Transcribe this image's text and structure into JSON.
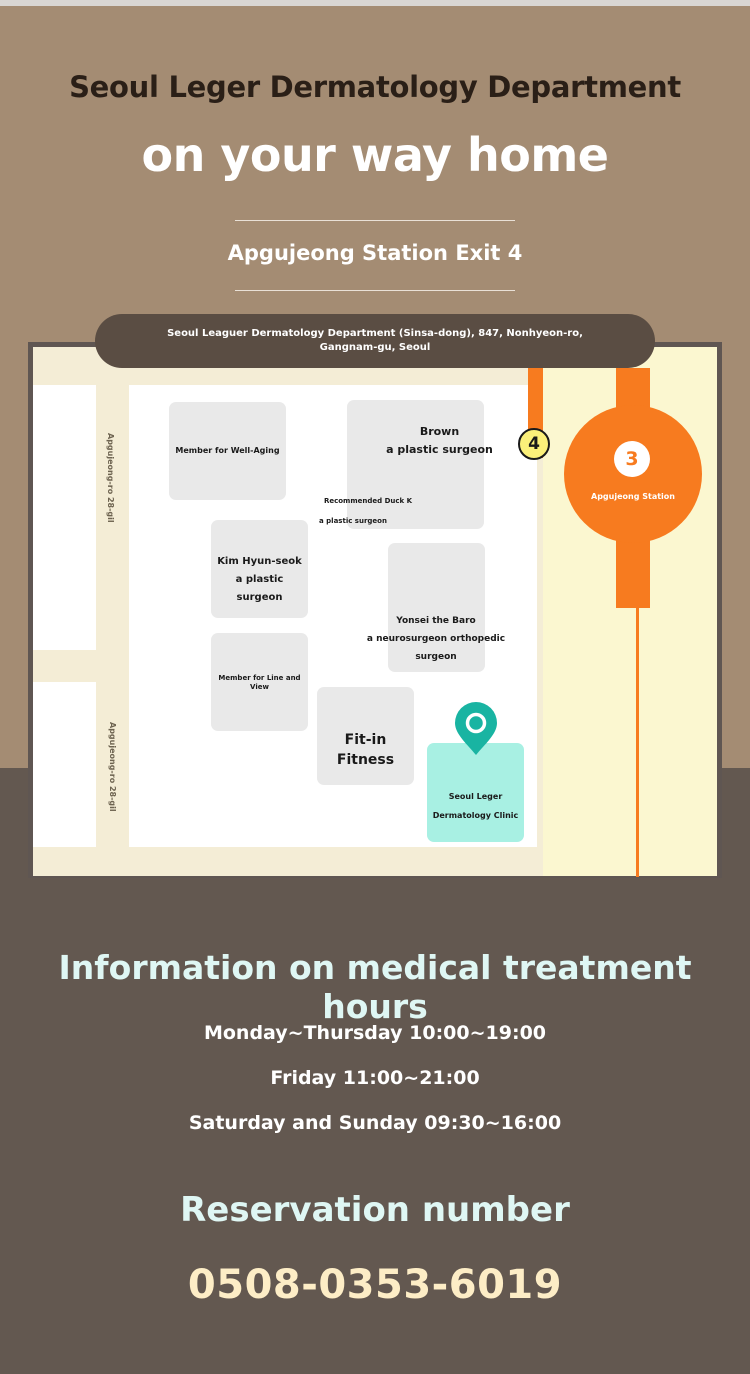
{
  "header": {
    "title": "Seoul Leger Dermatology Department",
    "subtitle": "on your way home",
    "exit_info": "Apgujeong Station Exit 4"
  },
  "map": {
    "address": "Seoul Leaguer Dermatology Department (Sinsa-dong), 847, Nonhyeon-ro, Gangnam-gu, Seoul",
    "road_label_top": "Apgujeong-ro 28-gil",
    "road_label_bottom": "Apgujeong-ro 28-gil",
    "places": {
      "well_aging": "Member for Well-Aging",
      "brown_line1": "Brown",
      "brown_line2": "a plastic surgeon",
      "duck_line1": "Recommended Duck K",
      "duck_line2": "a plastic surgeon",
      "kim_line1": "Kim Hyun-seok",
      "kim_line2": "a plastic surgeon",
      "yonsei_line1": "Yonsei the Baro",
      "yonsei_line2": "a neurosurgeon orthopedic surgeon",
      "line_view": "Member for Line and View",
      "fitin_line1": "Fit-in",
      "fitin_line2": "Fitness",
      "clinic_line1": "Seoul Leger",
      "clinic_line2": "Dermatology Clinic"
    },
    "exit_number": "4",
    "station_number": "3",
    "station_name": "Apgujeong Station",
    "colors": {
      "line3": "#f77b1f",
      "clinic": "#a8f0e3",
      "pin": "#19b4a2"
    }
  },
  "hours": {
    "title": "Information on medical treatment hours",
    "lines": [
      "Monday~Thursday 10:00~19:00",
      "Friday 11:00~21:00",
      "Saturday and Sunday 09:30~16:00"
    ]
  },
  "reservation": {
    "title": "Reservation number",
    "phone": "0508-0353-6019"
  }
}
